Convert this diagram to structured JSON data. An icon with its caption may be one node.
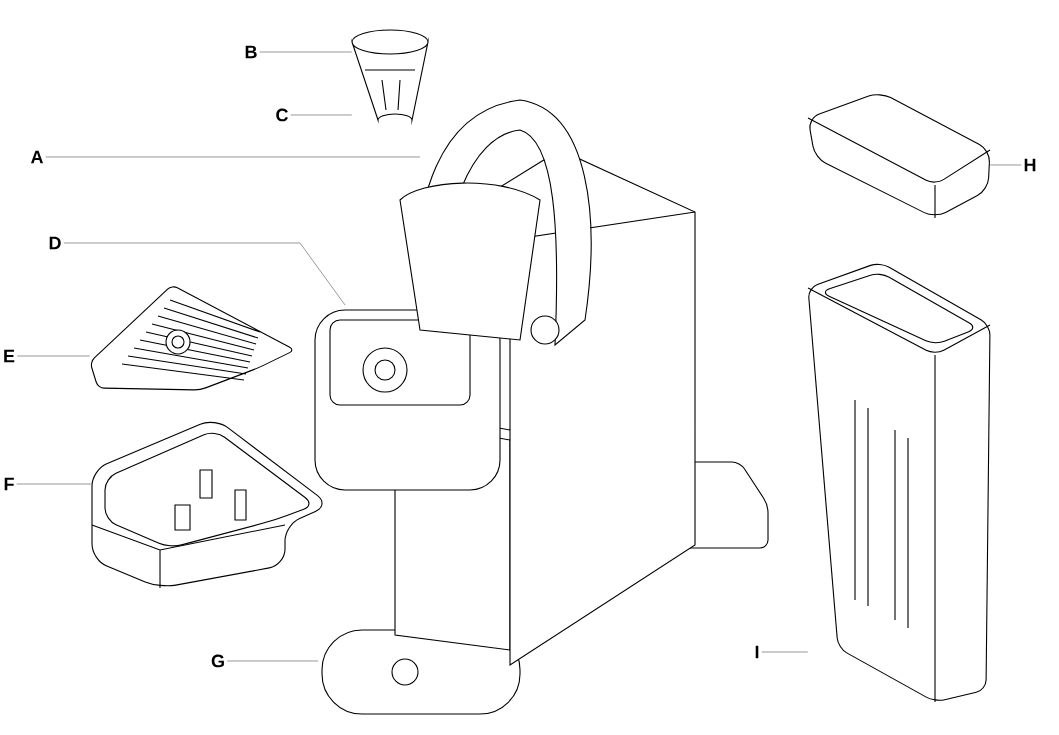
{
  "diagram": {
    "nodes": [
      {
        "text": [
          "A"
        ]
      },
      {
        "text": [
          "B"
        ]
      },
      {
        "text": [
          "C"
        ]
      },
      {
        "text": [
          "D"
        ]
      },
      {
        "text": [
          "E"
        ]
      },
      {
        "text": [
          "F"
        ]
      },
      {
        "text": [
          "G"
        ]
      },
      {
        "text": [
          "H"
        ]
      },
      {
        "text": [
          "I"
        ]
      },
      {
        "text": [],
        "shape": "picture"
      },
      {
        "text": [],
        "shape": "picture"
      },
      {
        "text": [],
        "shape": "picture"
      },
      {
        "text": [],
        "shape": "picture"
      },
      {
        "text": [],
        "shape": "picture"
      }
    ],
    "edges": [
      {
        "from": 0,
        "to": null,
        "arrow": "none"
      },
      {
        "from": 1,
        "to": 9,
        "arrow": "none"
      },
      {
        "from": 2,
        "to": 9,
        "arrow": "none"
      },
      {
        "from": 3,
        "to": null,
        "arrow": "none"
      },
      {
        "from": 4,
        "to": 10,
        "arrow": "none"
      },
      {
        "from": 5,
        "to": 11,
        "arrow": "none"
      },
      {
        "from": 6,
        "to": null,
        "arrow": "none"
      },
      {
        "from": 7,
        "to": 12,
        "arrow": "none"
      },
      {
        "from": 8,
        "to": 13,
        "arrow": "none"
      }
    ]
  }
}
